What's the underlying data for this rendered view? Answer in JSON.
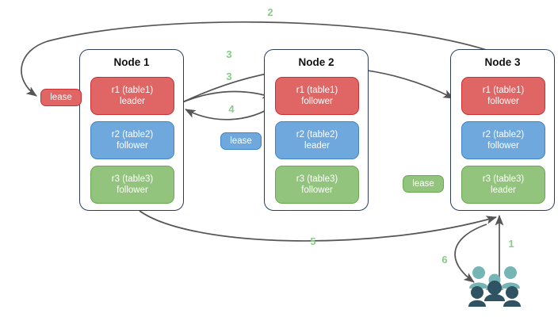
{
  "diagram": {
    "title": "Distributed database lease and replica diagram",
    "colors": {
      "replica_red": "#e06666",
      "replica_red_border": "#cc2f2f",
      "replica_blue": "#6fa8dc",
      "replica_blue_border": "#3d85c6",
      "replica_green": "#93c47d",
      "replica_green_border": "#6aa84f",
      "node_border": "#2b3f5c",
      "arrow": "#555555",
      "step_label": "#87cc87",
      "users_light": "#76b5b5",
      "users_dark": "#2f5363"
    }
  },
  "nodes": [
    {
      "id": "node-1",
      "title": "Node 1",
      "replicas": [
        {
          "name": "r1 (table1)",
          "role": "leader",
          "color": "red"
        },
        {
          "name": "r2 (table2)",
          "role": "follower",
          "color": "blue"
        },
        {
          "name": "r3 (table3)",
          "role": "follower",
          "color": "green"
        }
      ]
    },
    {
      "id": "node-2",
      "title": "Node 2",
      "replicas": [
        {
          "name": "r1 (table1)",
          "role": "follower",
          "color": "red"
        },
        {
          "name": "r2 (table2)",
          "role": "leader",
          "color": "blue"
        },
        {
          "name": "r3 (table3)",
          "role": "follower",
          "color": "green"
        }
      ]
    },
    {
      "id": "node-3",
      "title": "Node 3",
      "replicas": [
        {
          "name": "r1 (table1)",
          "role": "follower",
          "color": "red"
        },
        {
          "name": "r2 (table2)",
          "role": "follower",
          "color": "blue"
        },
        {
          "name": "r3 (table3)",
          "role": "leader",
          "color": "green"
        }
      ]
    }
  ],
  "leases": [
    {
      "id": "lease-r1",
      "label": "lease",
      "color": "red"
    },
    {
      "id": "lease-r2",
      "label": "lease",
      "color": "blue"
    },
    {
      "id": "lease-r3",
      "label": "lease",
      "color": "green"
    }
  ],
  "steps": [
    {
      "id": "step-1",
      "label": "1"
    },
    {
      "id": "step-2",
      "label": "2"
    },
    {
      "id": "step-3a",
      "label": "3"
    },
    {
      "id": "step-3b",
      "label": "3"
    },
    {
      "id": "step-4",
      "label": "4"
    },
    {
      "id": "step-5",
      "label": "5"
    },
    {
      "id": "step-6",
      "label": "6"
    }
  ],
  "actors": {
    "users_icon": "users-group-icon"
  }
}
